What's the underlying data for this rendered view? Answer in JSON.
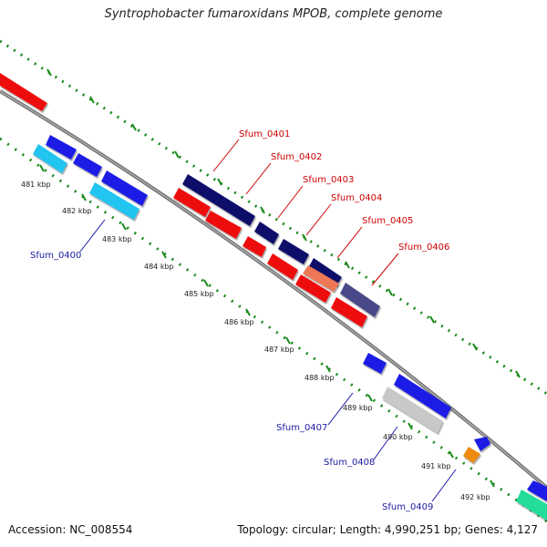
{
  "title": "Syntrophobacter fumaroxidans MPOB, complete genome",
  "footer": {
    "accession": "Accession: NC_008554",
    "summary": "Topology: circular; Length: 4,990,251 bp; Genes: 4,127"
  },
  "ticks": [
    "481 kbp",
    "482 kbp",
    "483 kbp",
    "484 kbp",
    "485 kbp",
    "486 kbp",
    "487 kbp",
    "488 kbp",
    "489 kbp",
    "490 kbp",
    "491 kbp",
    "492 kbp"
  ],
  "genes_forward": [
    "Sfum_0401",
    "Sfum_0402",
    "Sfum_0403",
    "Sfum_0404",
    "Sfum_0405",
    "Sfum_0406"
  ],
  "genes_reverse": [
    "Sfum_0400",
    "Sfum_0407",
    "Sfum_0408",
    "Sfum_0409"
  ],
  "colors": {
    "forward_label": "#cc0000",
    "reverse_label": "#1a1aa6",
    "cds_red": "#ee1111",
    "cds_blue": "#1a1ae6",
    "cds_navy": "#10106a",
    "cds_cyan": "#22c4f0",
    "cds_salmon": "#ee7755",
    "cds_slate": "#4a4a8a",
    "cds_grey": "#c8c8c8",
    "cds_orange": "#ee8a10",
    "cds_green": "#22dd99",
    "tick_green": "#1a8a1a",
    "backbone": "#777777"
  }
}
